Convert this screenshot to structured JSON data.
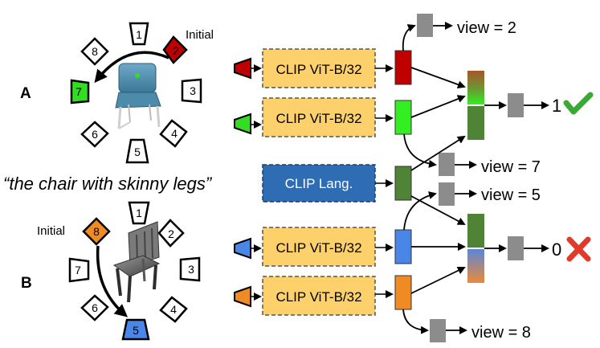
{
  "row_labels": {
    "a": "A",
    "b": "B"
  },
  "annotations": {
    "initial_a": "Initial",
    "initial_b": "Initial"
  },
  "view_numbers": [
    "1",
    "2",
    "3",
    "4",
    "5",
    "6",
    "7",
    "8"
  ],
  "query": "“the chair with skinny legs”",
  "encoders": {
    "vit_a_top": "CLIP ViT-B/32",
    "vit_a_bottom": "CLIP ViT-B/32",
    "lang": "CLIP Lang.",
    "vit_b_top": "CLIP ViT-B/32",
    "vit_b_bottom": "CLIP ViT-B/32"
  },
  "view_outputs": {
    "a_top": "view = 2",
    "a_mid": "view = 7",
    "b_mid": "view = 5",
    "b_bottom": "view = 8"
  },
  "results": {
    "a": "1",
    "b": "0"
  },
  "colors": {
    "red": "#c00000",
    "green": "#33dd22",
    "blue": "#4a86e8",
    "orange": "#f08a24",
    "yellow_box": "#fcd16b",
    "lang_box": "#2e6db4",
    "dark_green": "#4f8436",
    "gray": "#8c8c8c",
    "check": "#3aaa35",
    "cross": "#e03a2a"
  }
}
